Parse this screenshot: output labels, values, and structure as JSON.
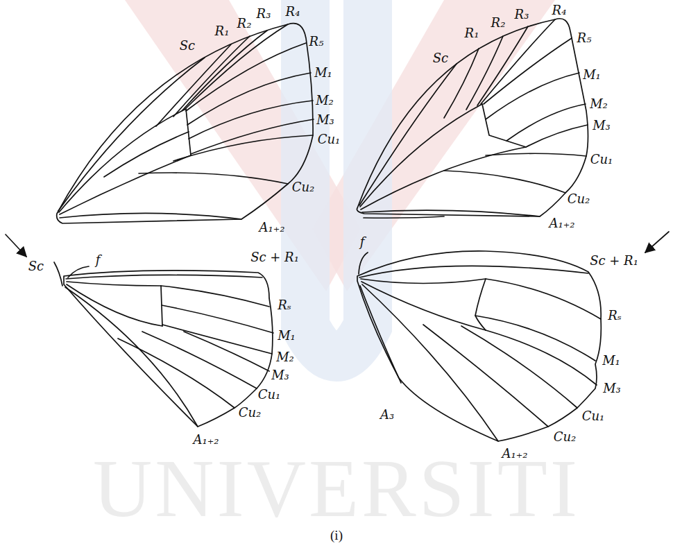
{
  "diagram": {
    "caption": "(i)",
    "labels": [
      "Sc",
      "R₁",
      "R₂",
      "R₃",
      "R₄",
      "R₅",
      "M₁",
      "M₂",
      "M₃",
      "Cu₁",
      "Cu₂",
      "A₁₊₂",
      "Sc",
      "R₁",
      "R₂",
      "R₃",
      "R₄",
      "R₅",
      "M₁",
      "M₂",
      "M₃",
      "Cu₁",
      "Cu₂",
      "A₁₊₂",
      "Sc",
      "f",
      "Sc + R₁",
      "Rₛ",
      "M₁",
      "M₂",
      "M₃",
      "Cu₁",
      "Cu₂",
      "A₁₊₂",
      "f",
      "Sc + R₁",
      "Rₛ",
      "M₁",
      "M₃",
      "Cu₁",
      "Cu₂",
      "A₃",
      "A₁₊₂",
      "UNIVERSITI"
    ]
  }
}
